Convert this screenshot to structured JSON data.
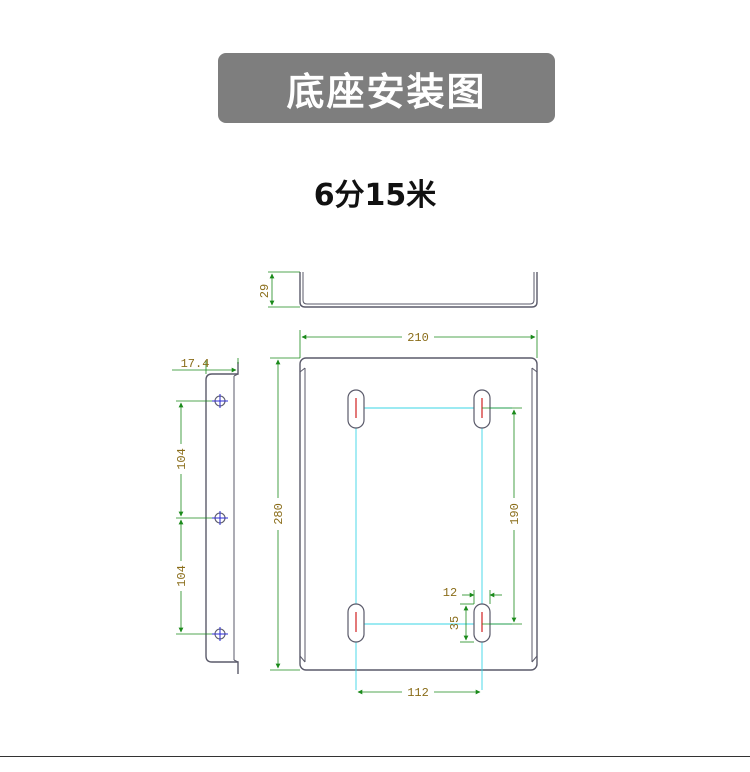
{
  "header": {
    "title": "底座安装图",
    "subtitle": "6分15米"
  },
  "dimensions": {
    "height_29": "29",
    "width_210": "210",
    "flange_17_4": "17.4",
    "left_104_top": "104",
    "left_104_bottom": "104",
    "height_280": "280",
    "spacing_190": "190",
    "slot_12": "12",
    "slot_35": "35",
    "spacing_112": "112"
  },
  "colors": {
    "outline": "#5a5a6a",
    "dimension": "#1a8a1a",
    "center_line": "#3ad6e6",
    "hole_mark": "#2a2ad0",
    "slot_mark": "#d02020",
    "title_bg": "#7e7e7e",
    "label": "#8a6d1a"
  }
}
